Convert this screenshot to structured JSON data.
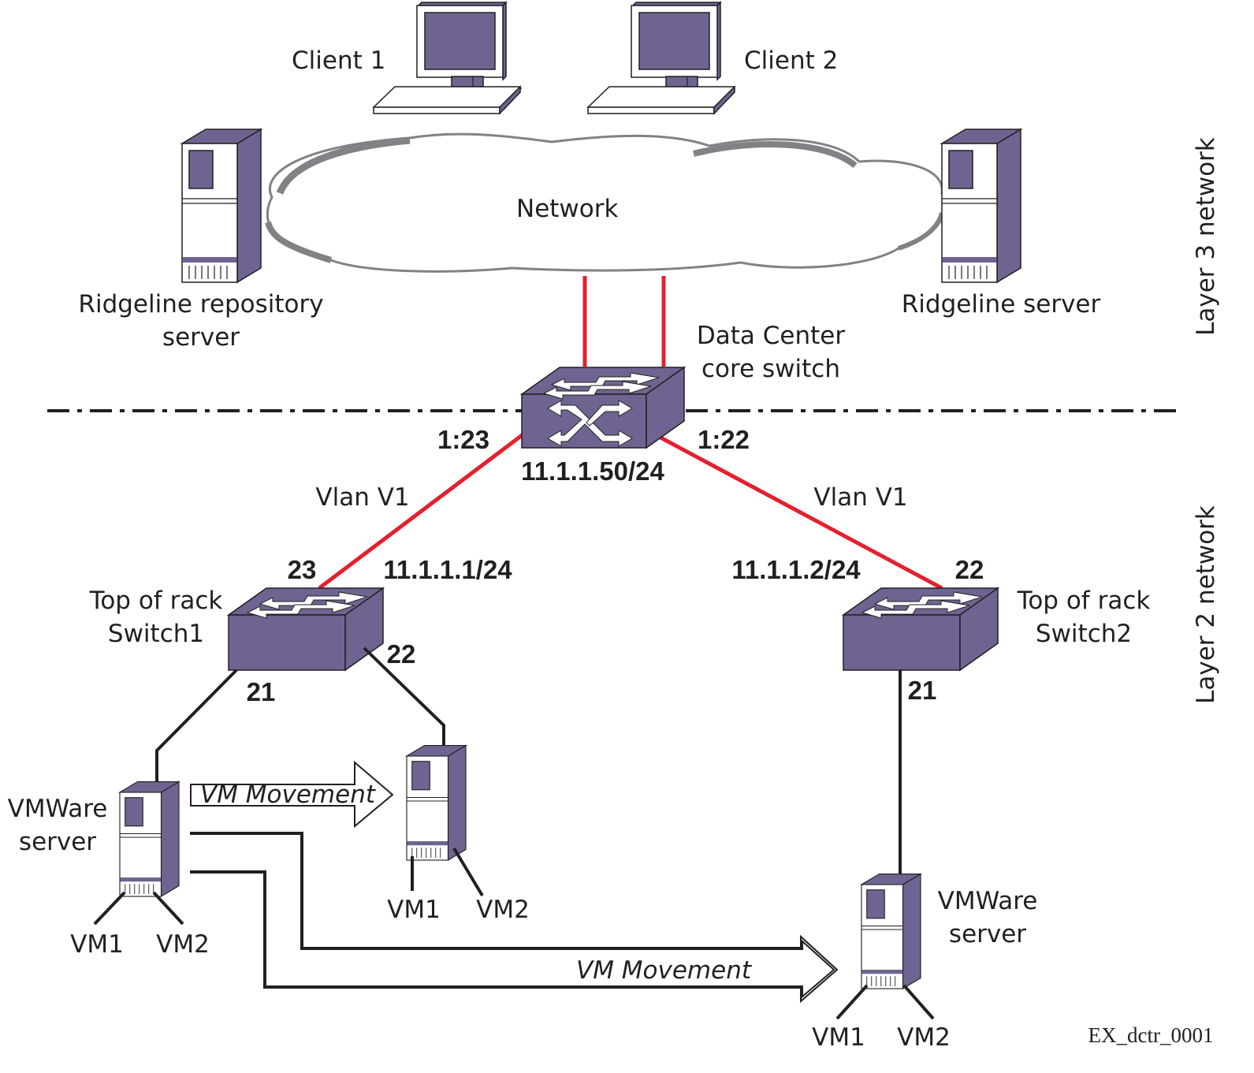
{
  "diagram": {
    "clients": [
      {
        "label": "Client 1"
      },
      {
        "label": "Client 2"
      }
    ],
    "network": {
      "label": "Network"
    },
    "repository_server": {
      "line1": "Ridgeline repository",
      "line2": "server"
    },
    "ridgeline_server": {
      "label": "Ridgeline server"
    },
    "core_switch": {
      "line1": "Data Center",
      "line2": "core switch",
      "ip": "11.1.1.50/24",
      "port_left": "1:23",
      "port_right": "1:22"
    },
    "vlan_left": "Vlan V1",
    "vlan_right": "Vlan V1",
    "tor_switch1": {
      "line1": "Top of rack",
      "line2": "Switch1",
      "ip": "11.1.1.1/24",
      "port_uplink": "23",
      "port_down_left": "21",
      "port_down_right": "22"
    },
    "tor_switch2": {
      "line1": "Top of rack",
      "line2": "Switch2",
      "ip": "11.1.1.2/24",
      "port_uplink": "22",
      "port_down": "21"
    },
    "vmware_server_left": {
      "line1": "VMWare",
      "line2": "server",
      "vm1": "VM1",
      "vm2": "VM2"
    },
    "vmware_server_mid": {
      "vm1": "VM1",
      "vm2": "VM2"
    },
    "vmware_server_right": {
      "line1": "VMWare",
      "line2": "server",
      "vm1": "VM1",
      "vm2": "VM2"
    },
    "movement_arrow_1": "VM Movement",
    "movement_arrow_2": "VM Movement",
    "layer3_label": "Layer 3 network",
    "layer2_label": "Layer 2 network",
    "figure_id": "EX_dctr_0001",
    "colors": {
      "device": "#6f6491",
      "link_red": "#e4202e",
      "outline": "#231f20",
      "cloud": "#808285"
    }
  }
}
